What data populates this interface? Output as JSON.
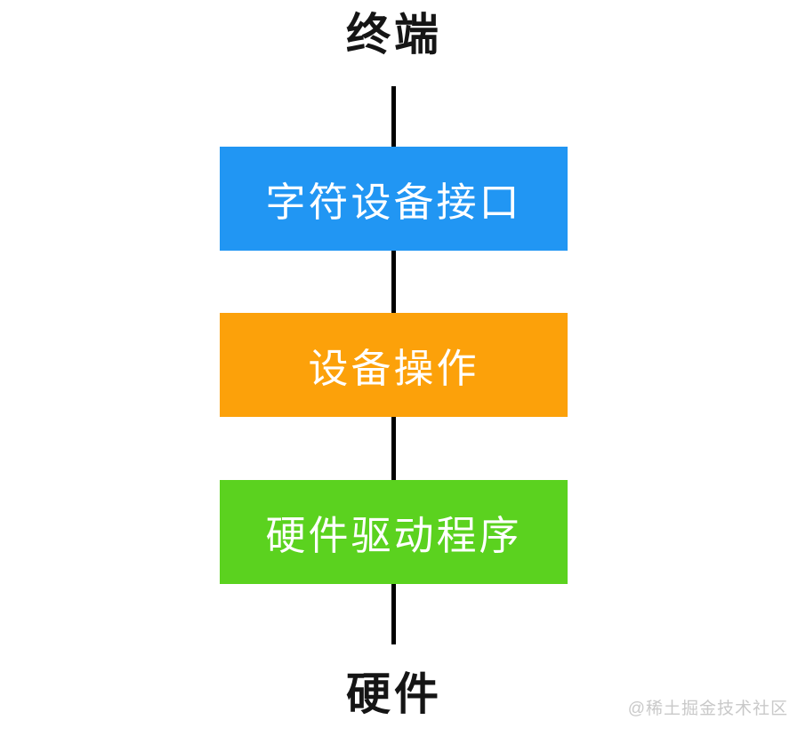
{
  "diagram": {
    "top_label": "终端",
    "bottom_label": "硬件",
    "connector_color": "#000000",
    "nodes": [
      {
        "label": "字符设备接口",
        "color": "#2196F3"
      },
      {
        "label": "设备操作",
        "color": "#FCA10A"
      },
      {
        "label": "硬件驱动程序",
        "color": "#5BD21F"
      }
    ]
  },
  "watermark": {
    "text": "@稀土掘金技术社区",
    "color": "#c9c9c9"
  }
}
